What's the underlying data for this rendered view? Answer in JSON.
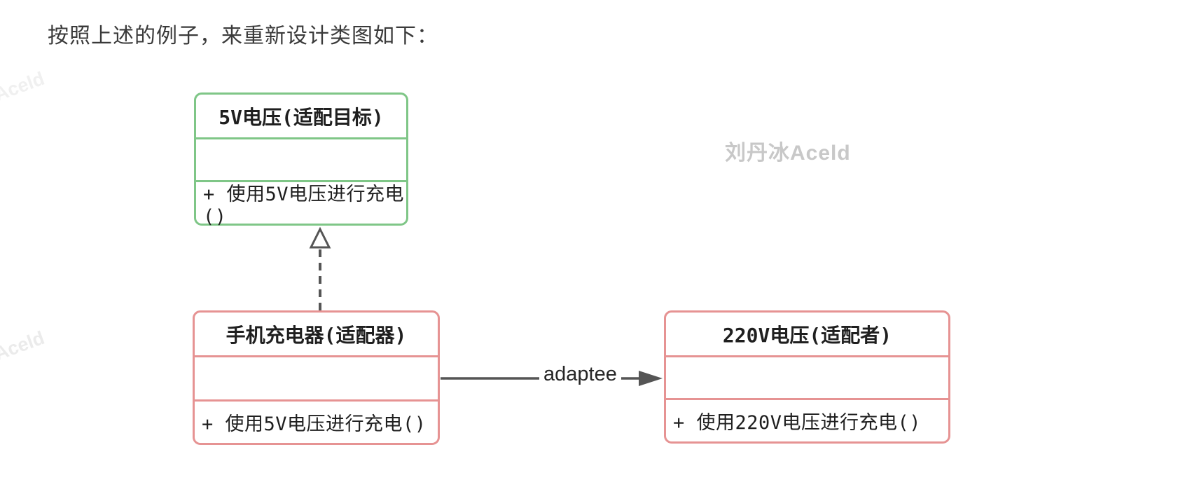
{
  "page": {
    "title": "按照上述的例子，来重新设计类图如下："
  },
  "watermarks": {
    "corner_text": "Aceld",
    "center_text": "刘丹冰Aceld"
  },
  "diagram": {
    "type": "uml-class-diagram",
    "classes": [
      {
        "id": "target",
        "name": "5V电压(适配目标)",
        "attributes": "",
        "methods": [
          "+ 使用5V电压进行充电()"
        ],
        "border_color": "#7fc687"
      },
      {
        "id": "adapter",
        "name": "手机充电器(适配器)",
        "attributes": "",
        "methods": [
          "+ 使用5V电压进行充电()"
        ],
        "border_color": "#e69393"
      },
      {
        "id": "adaptee",
        "name": "220V电压(适配者)",
        "attributes": "",
        "methods": [
          "+ 使用220V电压进行充电()"
        ],
        "border_color": "#e69393"
      }
    ],
    "relations": [
      {
        "type": "realization",
        "from": "手机充电器(适配器)",
        "to": "5V电压(适配目标)",
        "style": "dashed-hollow-triangle",
        "label": ""
      },
      {
        "type": "association",
        "from": "手机充电器(适配器)",
        "to": "220V电压(适配者)",
        "style": "solid-filled-arrow",
        "label": "adaptee"
      }
    ],
    "arrow_color": "#555555"
  }
}
